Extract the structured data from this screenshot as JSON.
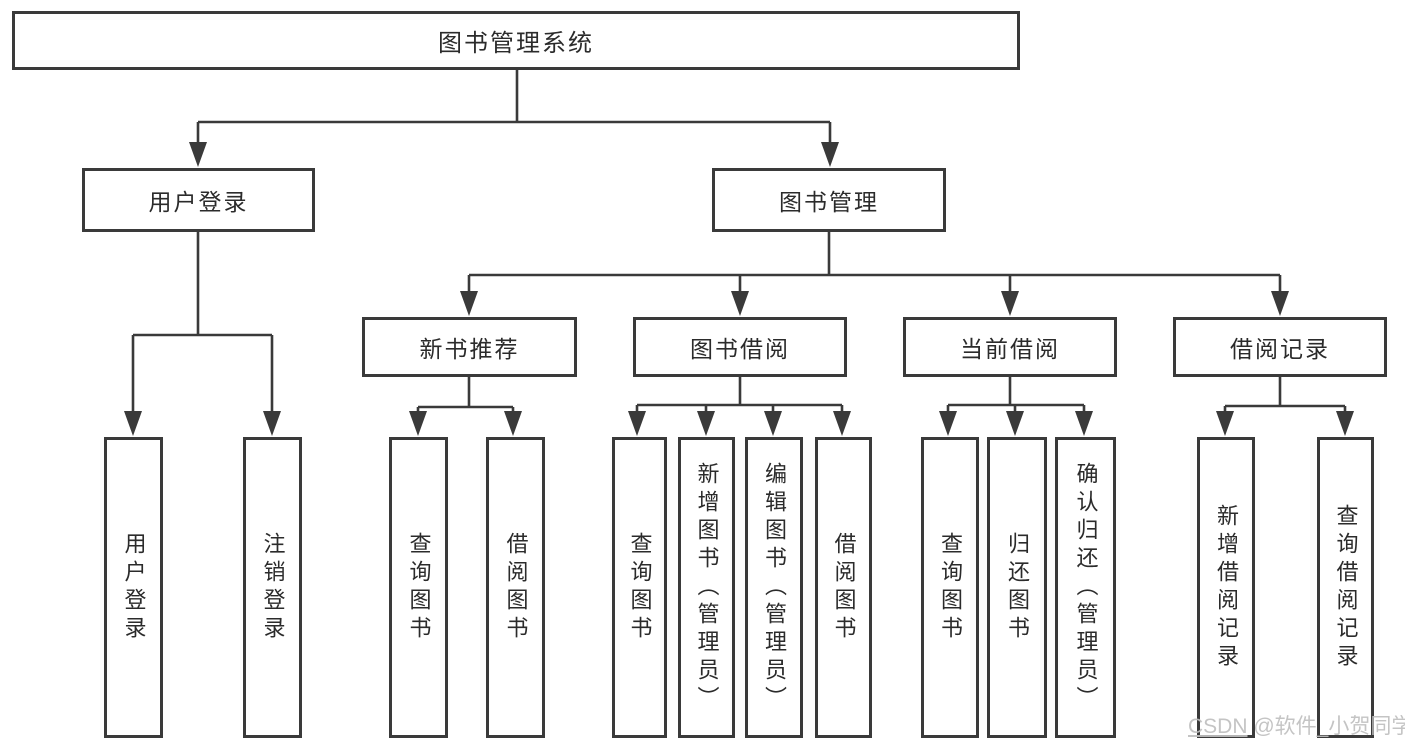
{
  "title": "图书管理系统",
  "level2": {
    "user_login": "用户登录",
    "book_management": "图书管理"
  },
  "level3": {
    "new_book_recommend": "新书推荐",
    "book_borrowing": "图书借阅",
    "current_borrowing": "当前借阅",
    "borrowing_records": "借阅记录"
  },
  "leaves": {
    "user_login": "用户登录",
    "logout": "注销登录",
    "nb_query_books": "查询图书",
    "nb_borrow_books": "借阅图书",
    "bb_query_books": "查询图书",
    "bb_add_books_admin": "新增图书（管理员）",
    "bb_edit_books_admin": "编辑图书（管理员）",
    "bb_borrow_books": "借阅图书",
    "cb_query_books": "查询图书",
    "cb_return_books": "归还图书",
    "cb_confirm_return_admin": "确认归还（管理员）",
    "br_add_record": "新增借阅记录",
    "br_query_record": "查询借阅记录"
  },
  "watermark": {
    "brand": "CSDN",
    "user": " @软件_小贺同学"
  },
  "colors": {
    "line": "#3a3a3a",
    "border": "#3a3a3a",
    "text": "#2b2b2b",
    "watermark": "#bfbfbf",
    "background": "#ffffff"
  }
}
